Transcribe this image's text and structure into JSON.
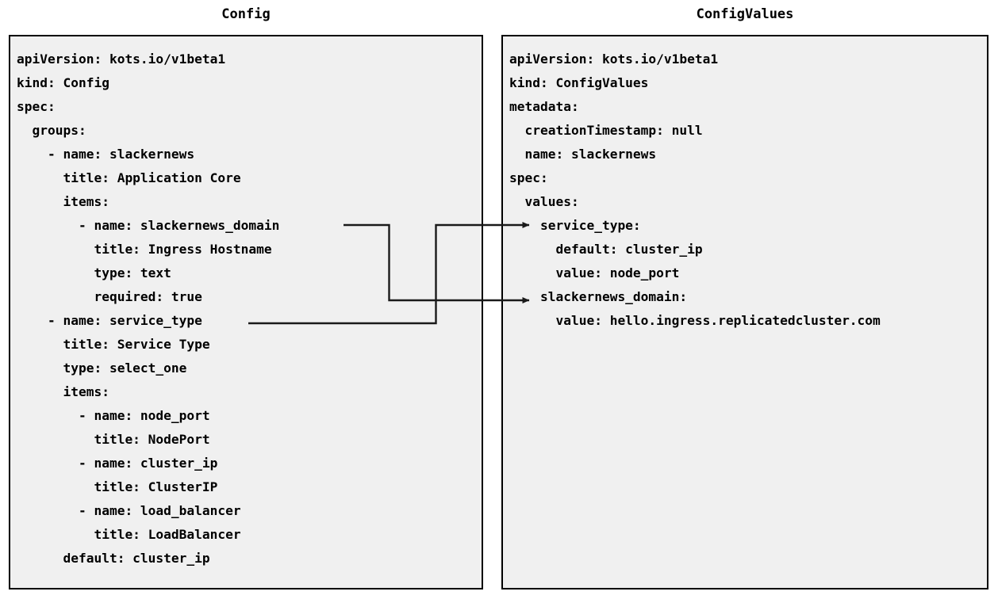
{
  "diagram": {
    "type": "two-panel-yaml-mapping-diagram",
    "background_color": "#ffffff",
    "panel_background_color": "#f0f0f0",
    "panel_border_color": "#000000",
    "connector_color": "#1a1a1a"
  },
  "left_panel": {
    "title": "Config",
    "lines": [
      "apiVersion: kots.io/v1beta1",
      "kind: Config",
      "spec:",
      "  groups:",
      "    - name: slackernews",
      "      title: Application Core",
      "      items:",
      "        - name: slackernews_domain",
      "          title: Ingress Hostname",
      "          type: text",
      "          required: true",
      "    - name: service_type",
      "      title: Service Type",
      "      type: select_one",
      "      items:",
      "        - name: node_port",
      "          title: NodePort",
      "        - name: cluster_ip",
      "          title: ClusterIP",
      "        - name: load_balancer",
      "          title: LoadBalancer",
      "      default: cluster_ip"
    ]
  },
  "right_panel": {
    "title": "ConfigValues",
    "lines": [
      "apiVersion: kots.io/v1beta1",
      "kind: ConfigValues",
      "metadata:",
      "  creationTimestamp: null",
      "  name: slackernews",
      "spec:",
      "  values:",
      "    service_type:",
      "      default: cluster_ip",
      "      value: node_port",
      "    slackernews_domain:",
      "      value: hello.ingress.replicatedcluster.com"
    ]
  },
  "connectors": [
    {
      "name": "slackernews-domain-connector",
      "from_label": "slackernews_domain",
      "to_label": "slackernews_domain:",
      "arrow": "right-arrow"
    },
    {
      "name": "service-type-connector",
      "from_label": "service_type",
      "to_label": "service_type:",
      "arrow": "right-arrow"
    }
  ]
}
